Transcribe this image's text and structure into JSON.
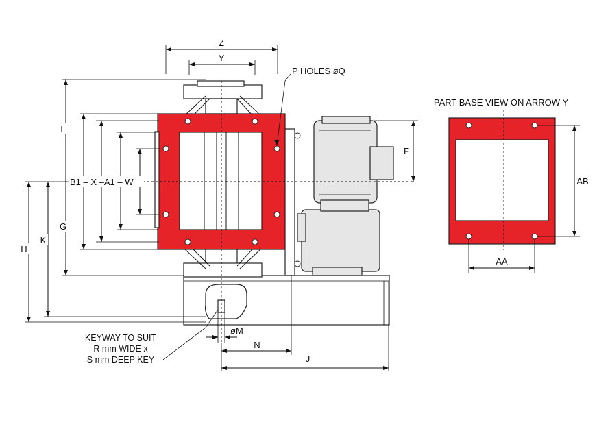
{
  "labels": {
    "z": "Z",
    "y": "Y",
    "p_holes": "P HOLES øQ",
    "l": "L",
    "b1_x_a1_w": "B1 – X –A1 – W",
    "g": "G",
    "h": "H",
    "k": "K",
    "f": "F",
    "n": "N",
    "j": "J",
    "m": "øM",
    "keyway_1": "KEYWAY TO SUIT",
    "keyway_2": "R mm WIDE x",
    "keyway_3": "S mm DEEP KEY",
    "part_base_view": "PART BASE VIEW ON ARROW Y",
    "ab": "AB",
    "aa": "AA"
  },
  "colors": {
    "flange_red": "#e52329",
    "line": "#111111",
    "motor_grey": "#e6e6e6"
  }
}
